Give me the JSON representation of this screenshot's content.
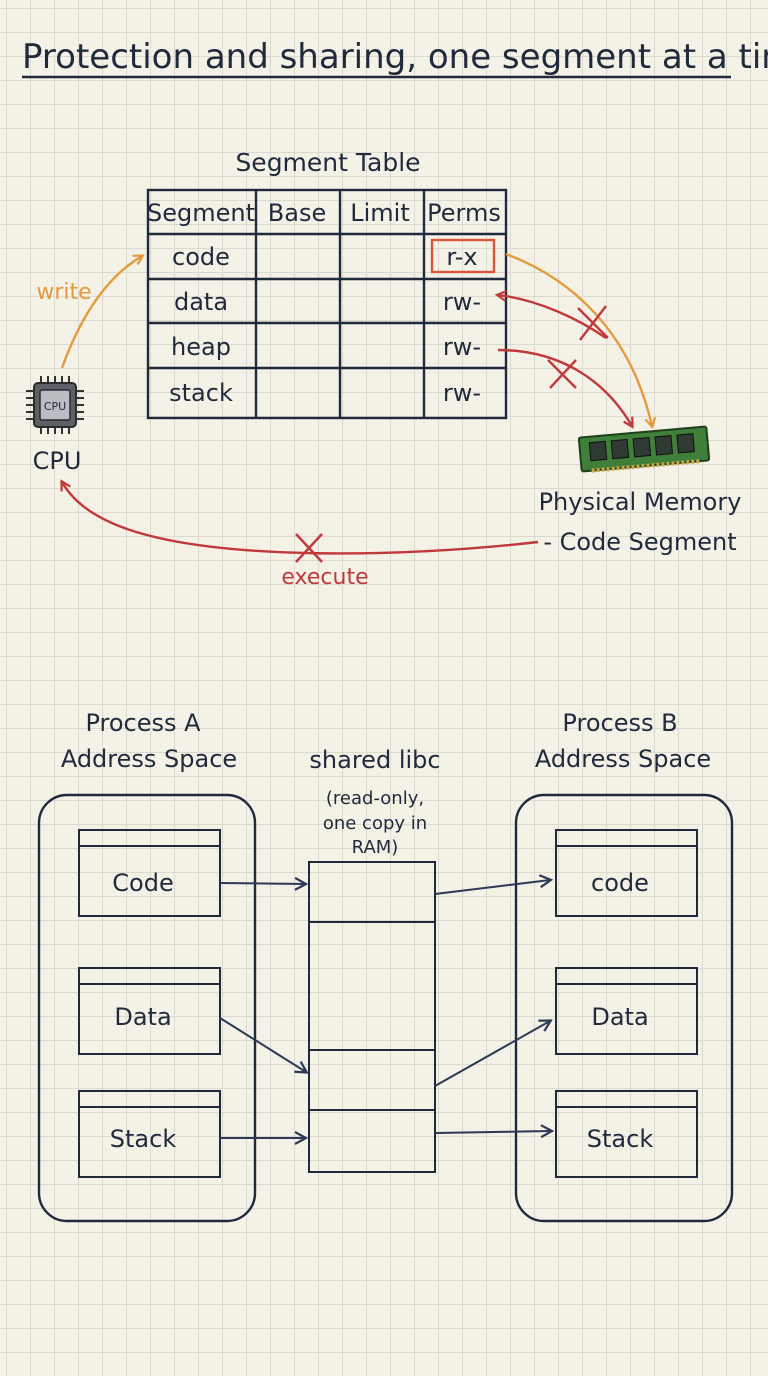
{
  "title": "Protection and sharing, one segment at a time",
  "segment_table": {
    "title": "Segment Table",
    "headers": [
      "Segment",
      "Base",
      "Limit",
      "Perms"
    ],
    "rows": [
      {
        "segment": "code",
        "base": "",
        "limit": "",
        "perms": "r-x"
      },
      {
        "segment": "data",
        "base": "",
        "limit": "",
        "perms": "rw-"
      },
      {
        "segment": "heap",
        "base": "",
        "limit": "",
        "perms": "rw-"
      },
      {
        "segment": "stack",
        "base": "",
        "limit": "",
        "perms": "rw-"
      }
    ]
  },
  "cpu": {
    "chip_text": "CPU",
    "label": "CPU"
  },
  "memory": {
    "label_line1": "Physical Memory",
    "label_line2": "- Code Segment"
  },
  "arrows": {
    "write": "write",
    "execute": "execute"
  },
  "process_a": {
    "title_line1": "Process A",
    "title_line2": "Address Space",
    "segments": [
      "Code",
      "Data",
      "Stack"
    ]
  },
  "process_b": {
    "title_line1": "Process B",
    "title_line2": "Address Space",
    "segments": [
      "code",
      "Data",
      "Stack"
    ]
  },
  "shared": {
    "title": "shared libc",
    "note_line1": "(read-only,",
    "note_line2": "one copy in",
    "note_line3": "RAM)"
  },
  "colors": {
    "ink": "#1f2a3c",
    "red": "#c0393b",
    "orange": "#e49a3c",
    "highlight": "#d9573a",
    "memory_green": "#3f7f3a"
  }
}
